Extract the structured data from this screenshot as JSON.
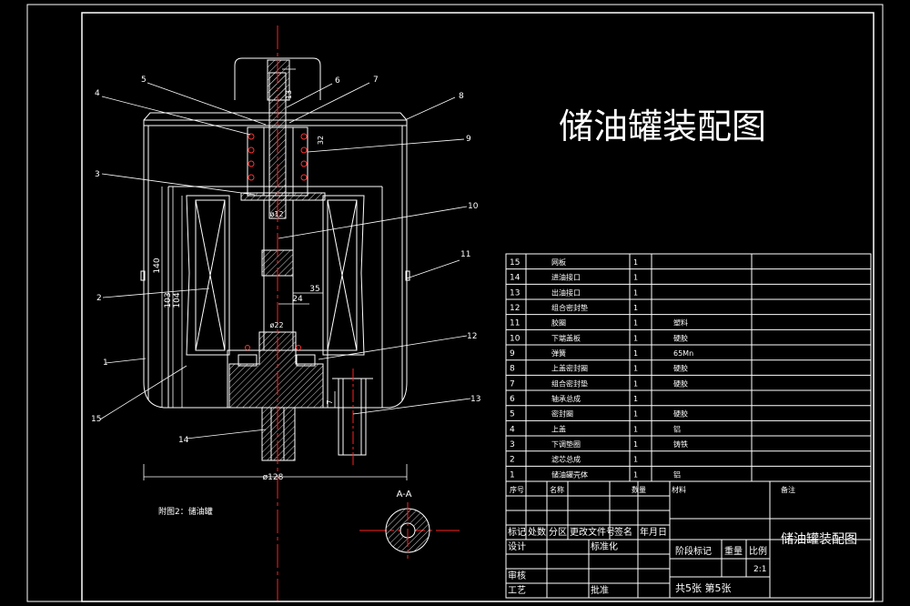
{
  "title": "储油罐装配图",
  "title_block_name": "储油罐装配图",
  "section_label": "A-A",
  "note": "附图2：储油罐",
  "scale": "2:1",
  "sheet_info": "共5张 第5张",
  "balloons": [
    "1",
    "2",
    "3",
    "4",
    "5",
    "6",
    "7",
    "8",
    "9",
    "10",
    "11",
    "12",
    "13",
    "14",
    "15"
  ],
  "dimensions": {
    "d12": "ø12",
    "d22": "ø22",
    "d128": "ø128",
    "h140": "140",
    "h103": "103",
    "h104": "104",
    "w24": "24",
    "w35": "35",
    "d13": "13",
    "d32": "32",
    "d7": "7"
  },
  "bom": {
    "rows": [
      {
        "no": "15",
        "name": "网板",
        "qty": "1",
        "material": ""
      },
      {
        "no": "14",
        "name": "进油接口",
        "qty": "1",
        "material": ""
      },
      {
        "no": "13",
        "name": "出油接口",
        "qty": "1",
        "material": ""
      },
      {
        "no": "12",
        "name": "组合密封垫",
        "qty": "1",
        "material": ""
      },
      {
        "no": "11",
        "name": "胶圈",
        "qty": "1",
        "material": "塑料"
      },
      {
        "no": "10",
        "name": "下端盖板",
        "qty": "1",
        "material": "硬胶"
      },
      {
        "no": "9",
        "name": "弹簧",
        "qty": "1",
        "material": "65Mn"
      },
      {
        "no": "8",
        "name": "上盖密封圈",
        "qty": "1",
        "material": "硬胶"
      },
      {
        "no": "7",
        "name": "组合密封垫",
        "qty": "1",
        "material": "硬胶"
      },
      {
        "no": "6",
        "name": "轴承总成",
        "qty": "1",
        "material": ""
      },
      {
        "no": "5",
        "name": "密封圈",
        "qty": "1",
        "material": "硬胶"
      },
      {
        "no": "4",
        "name": "上盖",
        "qty": "1",
        "material": "铝"
      },
      {
        "no": "3",
        "name": "下调垫圈",
        "qty": "1",
        "material": "铸铁"
      },
      {
        "no": "2",
        "name": "滤芯总成",
        "qty": "1",
        "material": ""
      },
      {
        "no": "1",
        "name": "储油罐壳体",
        "qty": "1",
        "material": "铝"
      }
    ],
    "headers": {
      "no": "序号",
      "name": "名称",
      "qty": "数量",
      "material": "材料",
      "remark": "备注"
    }
  },
  "title_block": {
    "row1": [
      "标记",
      "处数",
      "分区",
      "更改文件号",
      "签名",
      "年月日"
    ],
    "design": "设计",
    "standardize": "标准化",
    "stage_mark": "阶段标记",
    "weight": "重量",
    "ratio": "比例",
    "review": "审核",
    "process": "工艺",
    "approve": "批准"
  },
  "colors": {
    "line": "#ffffff",
    "centerline": "#ff2020",
    "background": "#000000"
  }
}
